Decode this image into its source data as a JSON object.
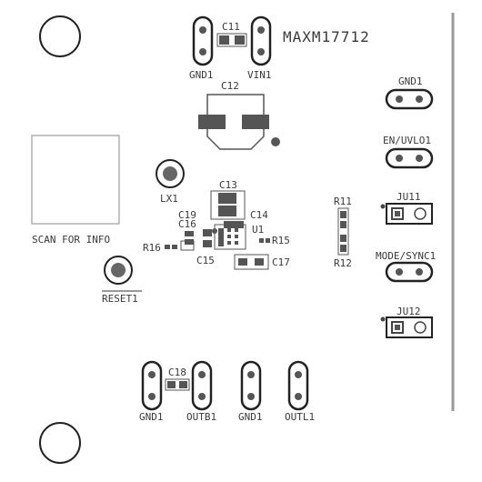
{
  "board": {
    "title": "MAXM17712",
    "qr_label": "SCAN FOR INFO"
  },
  "labels": {
    "gnd1_top": "GND1",
    "vin1": "VIN1",
    "c11": "C11",
    "c12": "C12",
    "lx1": "LX1",
    "c13": "C13",
    "c14": "C14",
    "c19": "C19",
    "c16": "C16",
    "u1": "U1",
    "r15": "R15",
    "r16": "R16",
    "c15": "C15",
    "c17": "C17",
    "reset1": "RESET1",
    "r11": "R11",
    "r12": "R12",
    "gnd1_right": "GND1",
    "en_uvlo1": "EN/UVLO1",
    "ju11": "JU11",
    "mode_sync1": "MODE/SYNC1",
    "ju12": "JU12",
    "c18": "C18",
    "gnd1_bl": "GND1",
    "outb1": "OUTB1",
    "gnd1_bm": "GND1",
    "outl1": "OUTL1"
  },
  "colors": {
    "silkscreen": "#3a3a3a",
    "copper_pad": "#555555",
    "board_edge": "#9a9a9a"
  }
}
